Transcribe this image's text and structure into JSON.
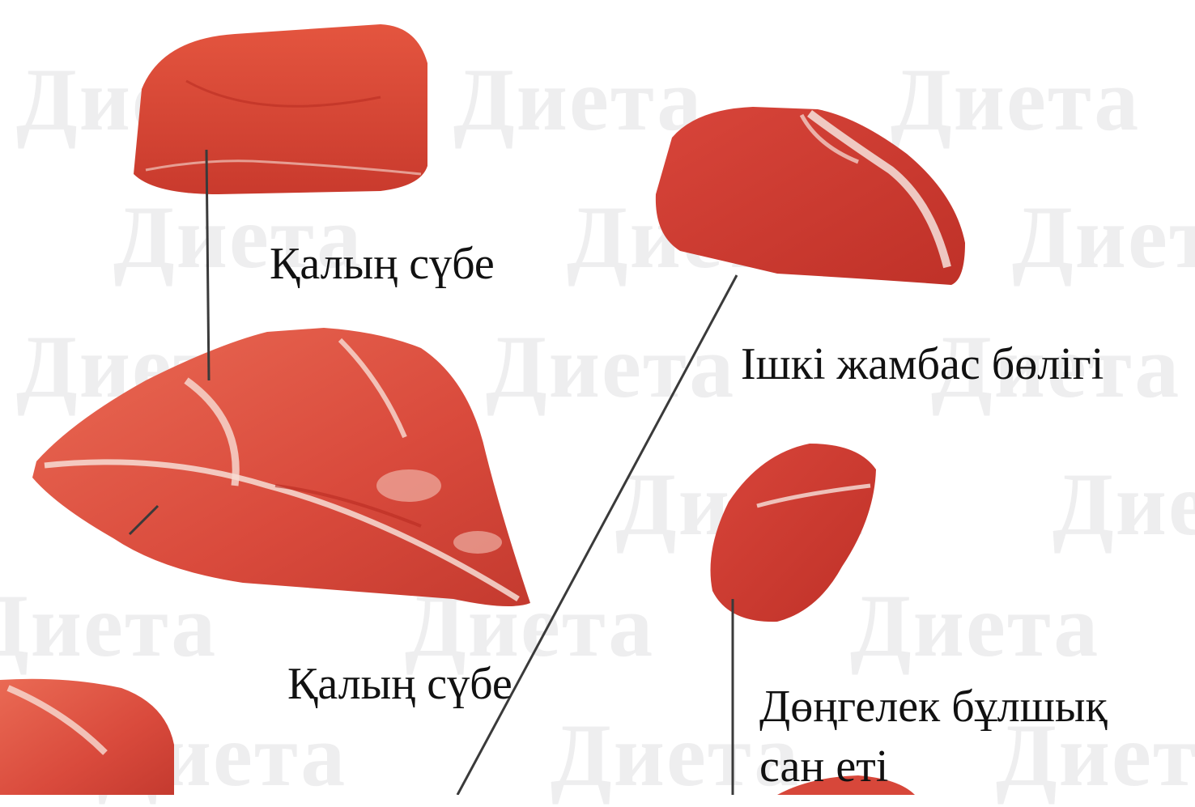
{
  "watermark": "Диета",
  "labels": {
    "top_left": "Қалың сүбе",
    "middle_left": "Қалың сүбе",
    "top_right": "Ішкі жамбас бөлігі",
    "bottom_right_line1": "Дөңгелек бұлшық",
    "bottom_right_line2": "сан еті"
  },
  "colors": {
    "meat_dark": "#c6372c",
    "meat_mid": "#de4a3a",
    "meat_light": "#e8735f",
    "fat": "#f6e2dc",
    "leader_line": "#3a3a3a"
  }
}
